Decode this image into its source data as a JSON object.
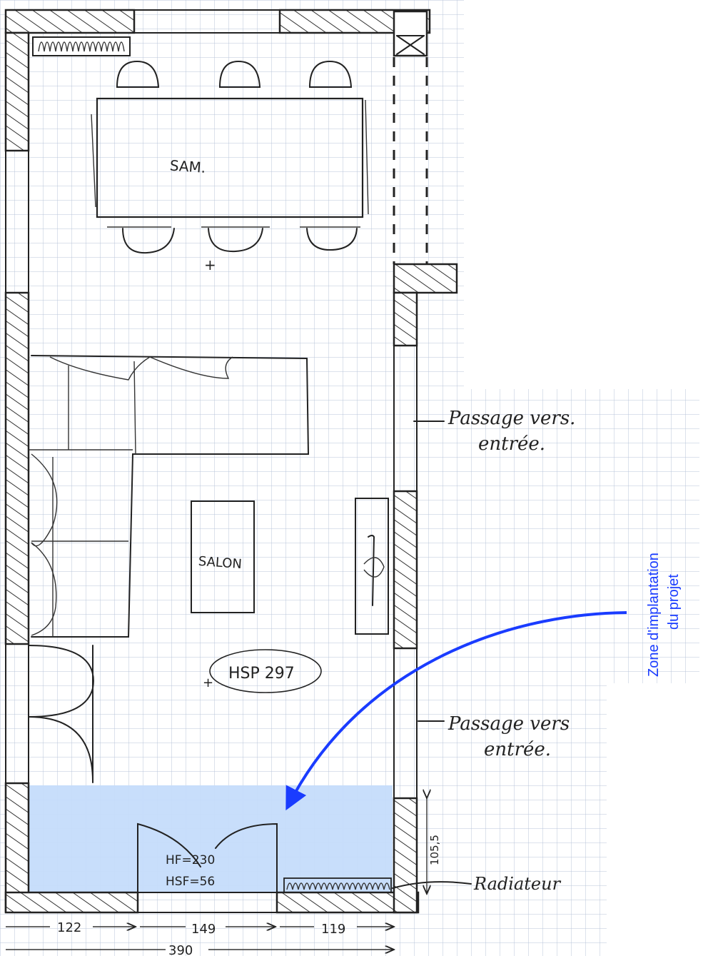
{
  "rooms": {
    "dining_label": "SAM.",
    "living_label": "SALON"
  },
  "ceiling_height": {
    "label": "HSP 297"
  },
  "window": {
    "hf_label": "HF=230",
    "hsf_label": "HSF=56"
  },
  "annotations": {
    "passage_top_line1": "Passage vers.",
    "passage_top_line2": "entrée.",
    "passage_bottom_line1": "Passage vers",
    "passage_bottom_line2": "entrée.",
    "radiator": "Radiateur",
    "project_zone_line1": "Zone d'implantation",
    "project_zone_line2": "du projet"
  },
  "dimensions": {
    "seg_left": "122",
    "seg_middle": "149",
    "seg_right": "119",
    "total": "390",
    "vertical": "105,5"
  },
  "colors": {
    "project_zone_fill": "#c5dcfb",
    "arrow": "#1a3cff",
    "grid": "#b8c4da"
  }
}
